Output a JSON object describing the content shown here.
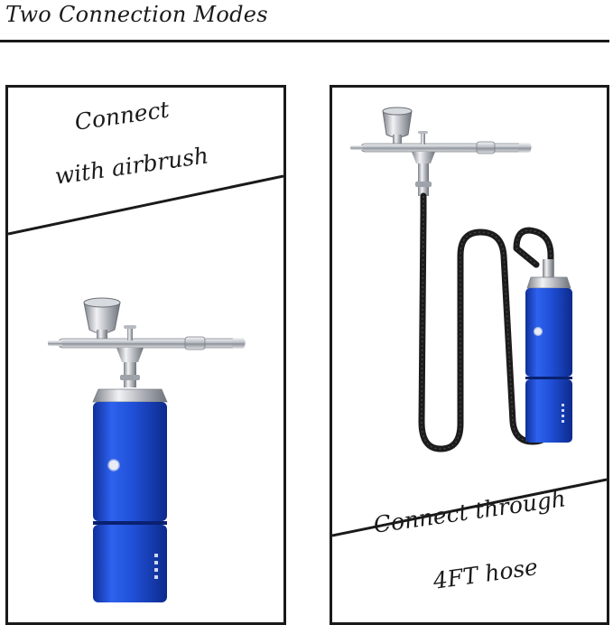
{
  "heading": "Two Connection Modes",
  "left_panel": {
    "caption_line1": "Connect",
    "caption_line2": "with airbrush"
  },
  "right_panel": {
    "caption_line1": "Connect through",
    "caption_line2": "4FT hose"
  },
  "colors": {
    "ink": "#1a1a1a",
    "compressor_blue": "#1f4fd6",
    "compressor_blue_dark": "#0f2f9a",
    "chrome": "#c9ccd1",
    "hose": "#1c1c1c"
  }
}
